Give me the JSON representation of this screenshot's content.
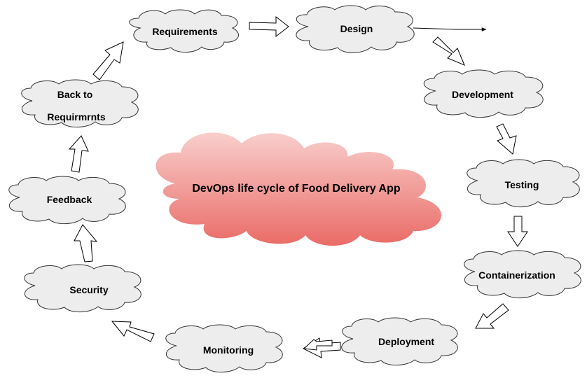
{
  "title": "DevOps life cycle of Food Delivery App",
  "colors": {
    "cloud_fill": "#ededed",
    "cloud_stroke": "#333333",
    "center_top": "#f8cecc",
    "center_bottom": "#ea6b66",
    "arrow_fill": "#ffffff",
    "arrow_stroke": "#000000"
  },
  "nodes": [
    {
      "id": "requirements",
      "lines": [
        "Requirements"
      ]
    },
    {
      "id": "design",
      "lines": [
        "Design"
      ]
    },
    {
      "id": "development",
      "lines": [
        "Development"
      ]
    },
    {
      "id": "testing",
      "lines": [
        "Testing"
      ]
    },
    {
      "id": "containerization",
      "lines": [
        "Containerization"
      ]
    },
    {
      "id": "deployment",
      "lines": [
        "Deployment"
      ]
    },
    {
      "id": "monitoring",
      "lines": [
        "Monitoring"
      ]
    },
    {
      "id": "security",
      "lines": [
        "Security"
      ]
    },
    {
      "id": "feedback",
      "lines": [
        "Feedback"
      ]
    },
    {
      "id": "back-to-requirements",
      "lines": [
        "Back to",
        "Requirmrnts"
      ]
    }
  ],
  "edges": [
    {
      "from": "requirements",
      "to": "design",
      "style": "block"
    },
    {
      "from": "design",
      "to": "",
      "style": "line"
    },
    {
      "from": "design",
      "to": "development",
      "style": "block"
    },
    {
      "from": "development",
      "to": "testing",
      "style": "block"
    },
    {
      "from": "testing",
      "to": "containerization",
      "style": "block"
    },
    {
      "from": "containerization",
      "to": "deployment",
      "style": "block"
    },
    {
      "from": "deployment",
      "to": "monitoring",
      "style": "block"
    },
    {
      "from": "monitoring",
      "to": "security",
      "style": "block"
    },
    {
      "from": "security",
      "to": "feedback",
      "style": "block"
    },
    {
      "from": "feedback",
      "to": "back-to-requirements",
      "style": "block"
    },
    {
      "from": "back-to-requirements",
      "to": "requirements",
      "style": "block"
    }
  ]
}
